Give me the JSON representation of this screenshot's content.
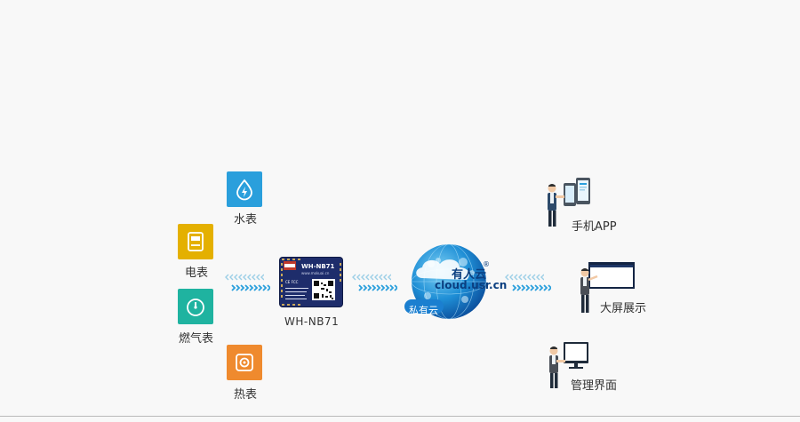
{
  "meters": {
    "water": {
      "label": "水表",
      "icon": "water-drop-icon",
      "color": "#2a9fdc"
    },
    "electric": {
      "label": "电表",
      "icon": "electric-meter-icon",
      "color": "#e4b000"
    },
    "gas": {
      "label": "燃气表",
      "icon": "gauge-icon",
      "color": "#1fb3a0"
    },
    "heat": {
      "label": "热表",
      "icon": "heat-meter-icon",
      "color": "#ef8a2e"
    }
  },
  "module": {
    "name": "WH-NB71",
    "chip_title": "WH-NB71",
    "chip_sub": "www.mokuai.cn",
    "chip_mark": "CE FCC"
  },
  "cloud": {
    "title": "有人云",
    "url": "cloud.usr.cn",
    "private": "私有云",
    "registered_mark": "®"
  },
  "outputs": {
    "mobile": {
      "label": "手机APP",
      "icon": "mobile-phone-icon"
    },
    "screen": {
      "label": "大屏展示",
      "icon": "large-screen-icon"
    },
    "management": {
      "label": "管理界面",
      "icon": "computer-monitor-icon"
    }
  }
}
